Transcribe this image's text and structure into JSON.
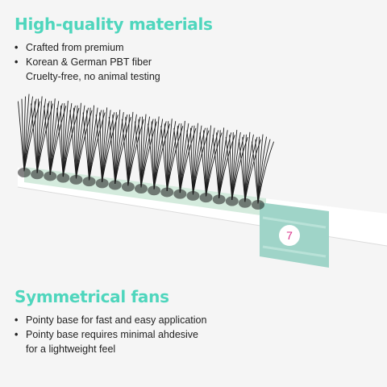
{
  "materials": {
    "heading": "High-quality materials",
    "bullet_1": "Crafted from premium",
    "bullet_2": "Korean & German PBT fiber",
    "bullet_2_continued": "Cruelty-free, no animal testing"
  },
  "fans": {
    "heading": "Symmetrical fans",
    "bullet_1": "Pointy base for fast and easy application",
    "bullet_2": "Pointy base requires minimal ahdesive",
    "bullet_2_continued": "for a lightweight feel"
  },
  "tray": {
    "label_number": "7",
    "label_color": "#d9318a",
    "strip_color": "#9fd4c8"
  },
  "colors": {
    "accent": "#4fd6bd",
    "text": "#222222",
    "background": "#f5f5f5"
  },
  "bullet_glyph": "•"
}
